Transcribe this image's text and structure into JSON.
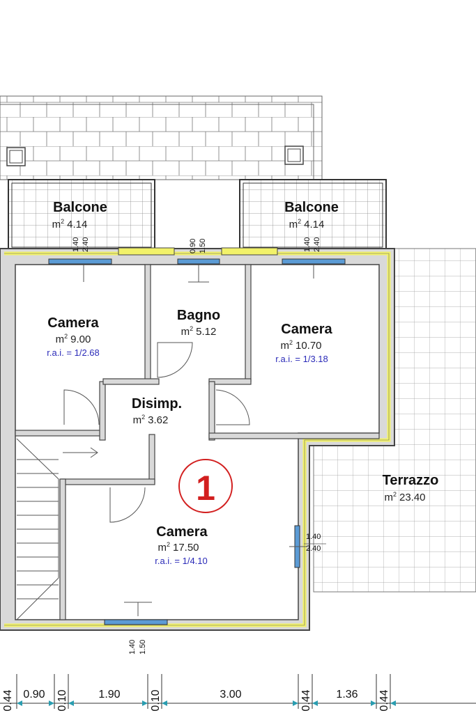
{
  "rooms": {
    "balcone_left": {
      "name": "Balcone",
      "unit": "m",
      "sup": "2",
      "area": "4.14"
    },
    "balcone_right": {
      "name": "Balcone",
      "unit": "m",
      "sup": "2",
      "area": "4.14"
    },
    "camera_left": {
      "name": "Camera",
      "unit": "m",
      "sup": "2",
      "area": "9.00",
      "rai": "r.a.i. = 1/2.68"
    },
    "bagno": {
      "name": "Bagno",
      "unit": "m",
      "sup": "2",
      "area": "5.12"
    },
    "camera_right": {
      "name": "Camera",
      "unit": "m",
      "sup": "2",
      "area": "10.70",
      "rai": "r.a.i. = 1/3.18"
    },
    "disimp": {
      "name": "Disimp.",
      "unit": "m",
      "sup": "2",
      "area": "3.62"
    },
    "terrazzo": {
      "name": "Terrazzo",
      "unit": "m",
      "sup": "2",
      "area": "23.40"
    },
    "camera_main": {
      "name": "Camera",
      "unit": "m",
      "sup": "2",
      "area": "17.50",
      "rai": "r.a.i. = 1/4.10"
    }
  },
  "unit_badge": "1",
  "openings": {
    "win_top_left": {
      "w": "1.40",
      "h": "2.40"
    },
    "win_bagno": {
      "w": "0.90",
      "h": "1.50"
    },
    "win_top_right": {
      "w": "1.40",
      "h": "2.40"
    },
    "win_side": {
      "w": "1.40",
      "h": "2.40"
    },
    "win_bottom": {
      "w": "1.40",
      "h": "1.50"
    }
  },
  "dimensions": [
    "0.44",
    "0.90",
    "0.10",
    "1.90",
    "0.10",
    "3.00",
    "0.44",
    "1.36",
    "0.44"
  ],
  "colors": {
    "wall": "#d9d9d9",
    "wall_outline": "#444444",
    "insulation": "#f2f26a",
    "window": "#5b9bd5",
    "badge": "#d21f1f",
    "rai_text": "#2a2ab8"
  }
}
